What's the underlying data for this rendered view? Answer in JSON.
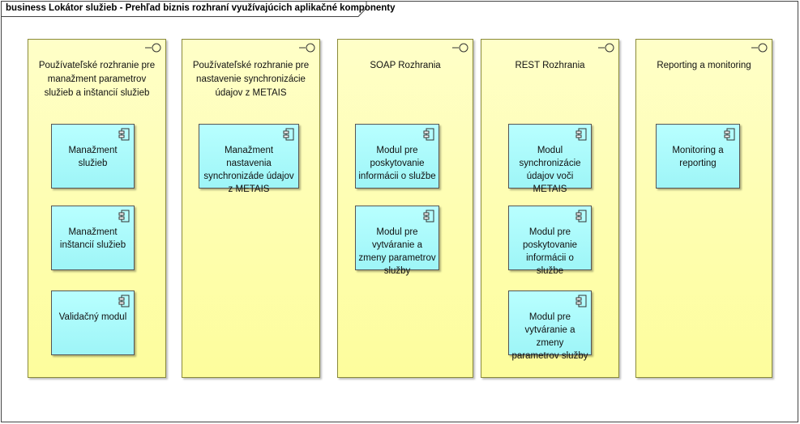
{
  "diagram": {
    "title": "business Lokátor služieb - Prehľad biznis rozhraní využívajúcich aplikačné komponenty"
  },
  "interfaces": [
    {
      "title": "Používateľské rozhranie pre manažment parametrov služieb a inštancií služieb",
      "components": [
        "Manažment služieb",
        "Manažment inštancií služieb",
        "Validačný modul"
      ]
    },
    {
      "title": "Používateľské rozhranie pre nastavenie synchronizácie údajov z METAIS",
      "components": [
        "Manažment nastavenia synchronizáde údajov z METAIS"
      ]
    },
    {
      "title": "SOAP Rozhrania",
      "components": [
        "Modul pre poskytovanie informácii o službe",
        "Modul pre vytváranie a zmeny parametrov služby"
      ]
    },
    {
      "title": "REST Rozhrania",
      "components": [
        "Modul synchronizácie údajov voči METAIS",
        "Modul pre poskytovanie informácii o službe",
        "Modul pre vytváranie a zmeny parametrov služby"
      ]
    },
    {
      "title": "Reporting a monitoring",
      "components": [
        "Monitoring a reporting"
      ]
    }
  ],
  "icons": {
    "interface": "interface-lollipop-icon",
    "component": "component-icon"
  },
  "colors": {
    "interface_fill": "#fdfd9c",
    "component_fill": "#9ef5f7"
  }
}
